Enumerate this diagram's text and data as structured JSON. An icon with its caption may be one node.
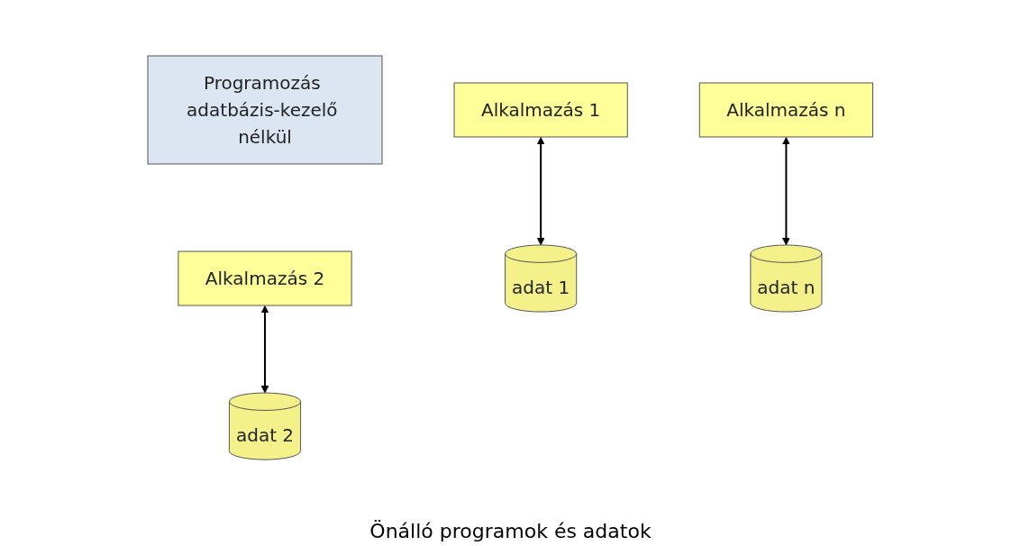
{
  "diagram": {
    "caption": "Önálló programok és adatok",
    "nodes": [
      {
        "text": [
          "Programozás adatbázis-kezelő nélkül"
        ]
      },
      {
        "text": [
          "Alkalmazás 1"
        ]
      },
      {
        "text": [
          "Alkalmazás 2"
        ]
      },
      {
        "text": [
          "Alkalmazás n"
        ]
      },
      {
        "text": [
          "adat 1"
        ]
      },
      {
        "text": [
          "adat 2"
        ]
      },
      {
        "text": [
          "adat n"
        ]
      }
    ],
    "edges": [
      {
        "from": 1,
        "to": 4,
        "arrow": "both"
      },
      {
        "from": 2,
        "to": 5,
        "arrow": "both"
      },
      {
        "from": 3,
        "to": 6,
        "arrow": "both"
      }
    ]
  }
}
